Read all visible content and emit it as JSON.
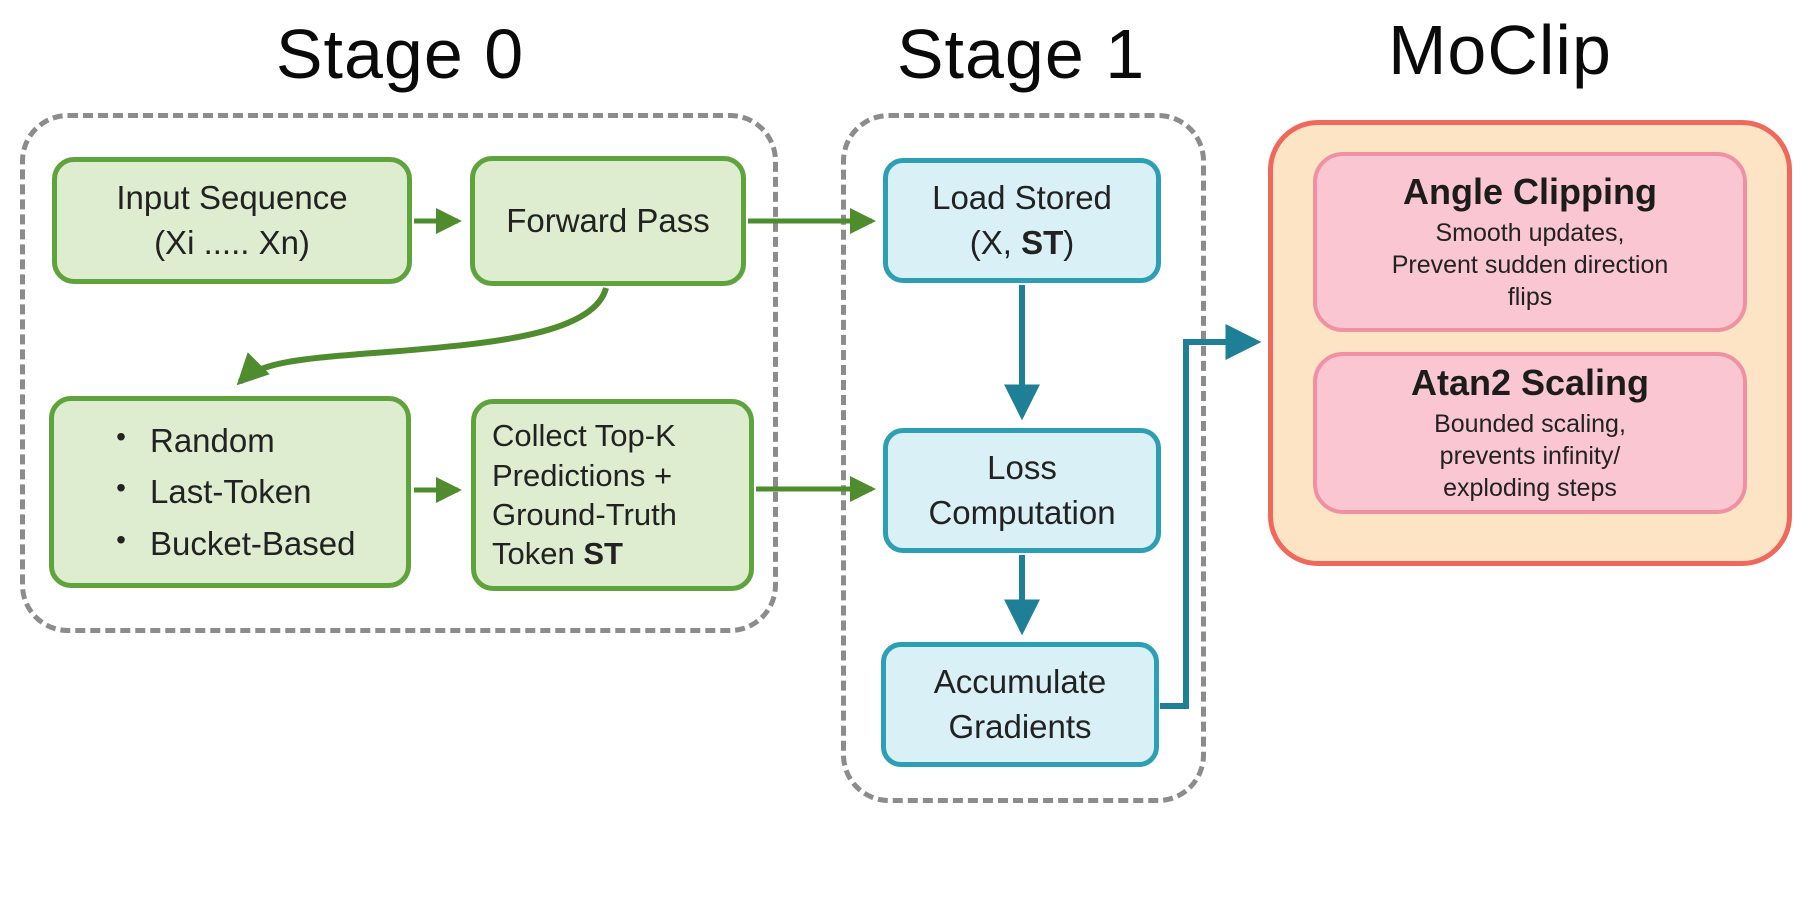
{
  "colors": {
    "background": "#ffffff",
    "stage_green_fill": "#deedd0",
    "stage_green_border": "#5fa33c",
    "green_arrow": "#4e8c2d",
    "teal_fill": "#d9f0f6",
    "teal_border": "#2d9fb4",
    "teal_arrow": "#1f7f96",
    "dashed_border": "#8c8c8c",
    "moclip_fill": "#fce4c5",
    "moclip_border": "#f0685c",
    "pink_fill": "#f9c6d2",
    "pink_border": "#f290a3",
    "text": "#222222"
  },
  "stage0": {
    "title": "Stage 0",
    "input_sequence": {
      "line1": "Input Sequence",
      "line2": "(Xi ..... Xn)"
    },
    "forward_pass": {
      "label": "Forward Pass"
    },
    "sampling": {
      "bullet": "•",
      "items": [
        "Random",
        "Last-Token",
        "Bucket-Based"
      ]
    },
    "collect": {
      "lines": [
        "Collect Top-K",
        "Predictions +",
        "Ground-Truth"
      ],
      "last_line_prefix": "Token ",
      "last_line_bold": "ST"
    }
  },
  "stage1": {
    "title": "Stage 1",
    "load_stored": {
      "line1": "Load Stored",
      "line2_prefix": "(X, ",
      "line2_bold": "ST",
      "line2_suffix": ")"
    },
    "loss": {
      "line1": "Loss",
      "line2": "Computation"
    },
    "accumulate": {
      "line1": "Accumulate",
      "line2": "Gradients"
    }
  },
  "moclip": {
    "title": "MoClip",
    "cards": [
      {
        "title": "Angle Clipping",
        "body_lines": [
          "Smooth updates,",
          "Prevent sudden direction",
          "flips"
        ]
      },
      {
        "title": "Atan2 Scaling",
        "body_lines": [
          "Bounded scaling,",
          "prevents infinity/",
          "exploding steps"
        ]
      }
    ]
  }
}
